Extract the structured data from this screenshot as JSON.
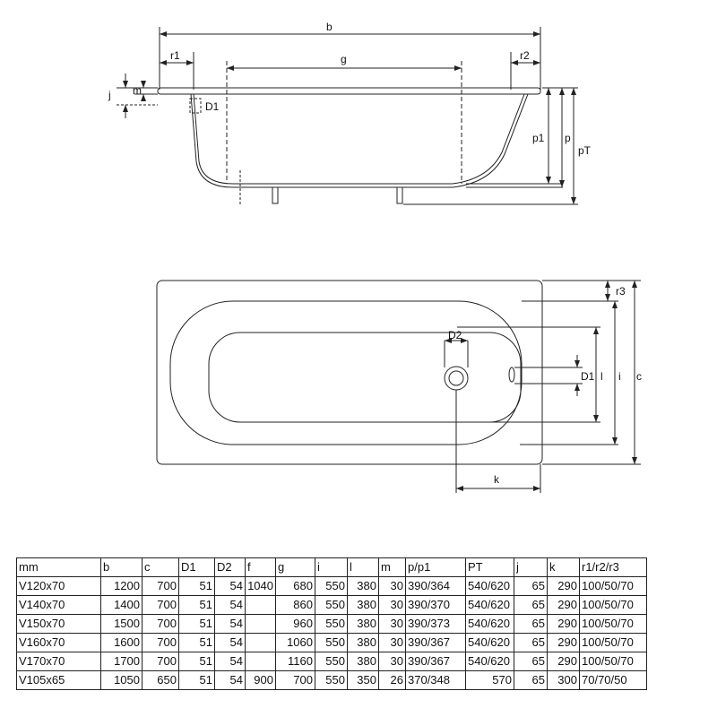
{
  "side_view": {
    "labels": {
      "b": "b",
      "r1": "r1",
      "g": "g",
      "r2": "r2",
      "j": "j",
      "m": "m",
      "D1": "D1",
      "p1": "p1",
      "p": "p",
      "pT": "pT"
    }
  },
  "top_view": {
    "labels": {
      "r3": "r3",
      "D2": "D2",
      "D1": "D1",
      "l": "l",
      "i": "i",
      "c": "c",
      "k": "k"
    }
  },
  "table": {
    "headers": [
      "mm",
      "b",
      "c",
      "D1",
      "D2",
      "f",
      "g",
      "i",
      "l",
      "m",
      "p/p1",
      "PT",
      "j",
      "k",
      "r1/r2/r3"
    ],
    "rows": [
      [
        "V120x70",
        "1200",
        "700",
        "51",
        "54",
        "1040",
        "680",
        "550",
        "380",
        "30",
        "390/364",
        "540/620",
        "65",
        "290",
        "100/50/70"
      ],
      [
        "V140x70",
        "1400",
        "700",
        "51",
        "54",
        "",
        "860",
        "550",
        "380",
        "30",
        "390/370",
        "540/620",
        "65",
        "290",
        "100/50/70"
      ],
      [
        "V150x70",
        "1500",
        "700",
        "51",
        "54",
        "",
        "960",
        "550",
        "380",
        "30",
        "390/373",
        "540/620",
        "65",
        "290",
        "100/50/70"
      ],
      [
        "V160x70",
        "1600",
        "700",
        "51",
        "54",
        "",
        "1060",
        "550",
        "380",
        "30",
        "390/367",
        "540/620",
        "65",
        "290",
        "100/50/70"
      ],
      [
        "V170x70",
        "1700",
        "700",
        "51",
        "54",
        "",
        "1160",
        "550",
        "380",
        "30",
        "390/367",
        "540/620",
        "65",
        "290",
        "100/50/70"
      ],
      [
        "V105x65",
        "1050",
        "650",
        "51",
        "54",
        "900",
        "700",
        "550",
        "350",
        "26",
        "370/348",
        "570",
        "65",
        "300",
        "70/70/50"
      ]
    ]
  }
}
